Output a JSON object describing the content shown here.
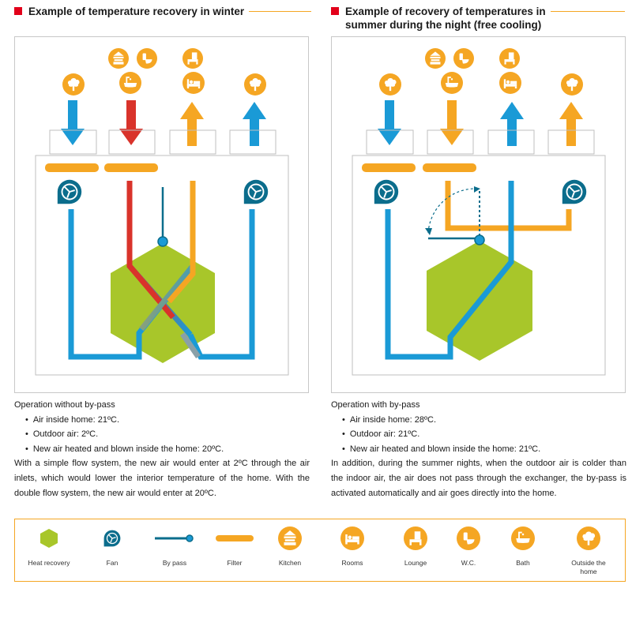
{
  "left_panel": {
    "title": "Example of temperature recovery in winter",
    "desc_heading": "Operation without by-pass",
    "bullets": [
      "Air inside home: 21ºC.",
      "Outdoor air: 2ºC.",
      "New air heated and blown inside the home: 20ºC."
    ],
    "paragraph": "With a simple flow system, the new air would enter at 2ºC through the air inlets, which would lower the interior temperature of the home. With the double flow system, the new air would enter at 20ºC."
  },
  "right_panel": {
    "title_line1": "Example of recovery of temperatures in",
    "title_line2": "summer during the night (free cooling)",
    "desc_heading": "Operation with by-pass",
    "bullets": [
      "Air inside home: 28ºC.",
      "Outdoor air: 21ºC.",
      "New air heated and blown inside the home: 21ºC."
    ],
    "paragraph": "In addition, during the summer nights, when the outdoor air is colder than the indoor air, the air does not pass through the exchanger, the by-pass is activated automatically and air goes directly into the home."
  },
  "legend": {
    "items": [
      {
        "label": "Heat recovery",
        "icon": "hexagon-icon"
      },
      {
        "label": "Fan",
        "icon": "fan-icon"
      },
      {
        "label": "By pass",
        "icon": "bypass-icon"
      },
      {
        "label": "Filter",
        "icon": "filter-icon"
      },
      {
        "label": "Kitchen",
        "icon": "kitchen-icon"
      },
      {
        "label": "Rooms",
        "icon": "bed-icon"
      },
      {
        "label": "Lounge",
        "icon": "lounge-icon"
      },
      {
        "label": "W.C.",
        "icon": "toilet-icon"
      },
      {
        "label": "Bath",
        "icon": "bath-icon"
      },
      {
        "label": "Outside the home",
        "icon": "tree-icon"
      }
    ]
  },
  "colors": {
    "blue": "#1a9ad6",
    "red": "#d9332b",
    "orange": "#f5a623",
    "green": "#a8c62a",
    "teal": "#0b6d8c",
    "title_marker": "#e2001a"
  }
}
